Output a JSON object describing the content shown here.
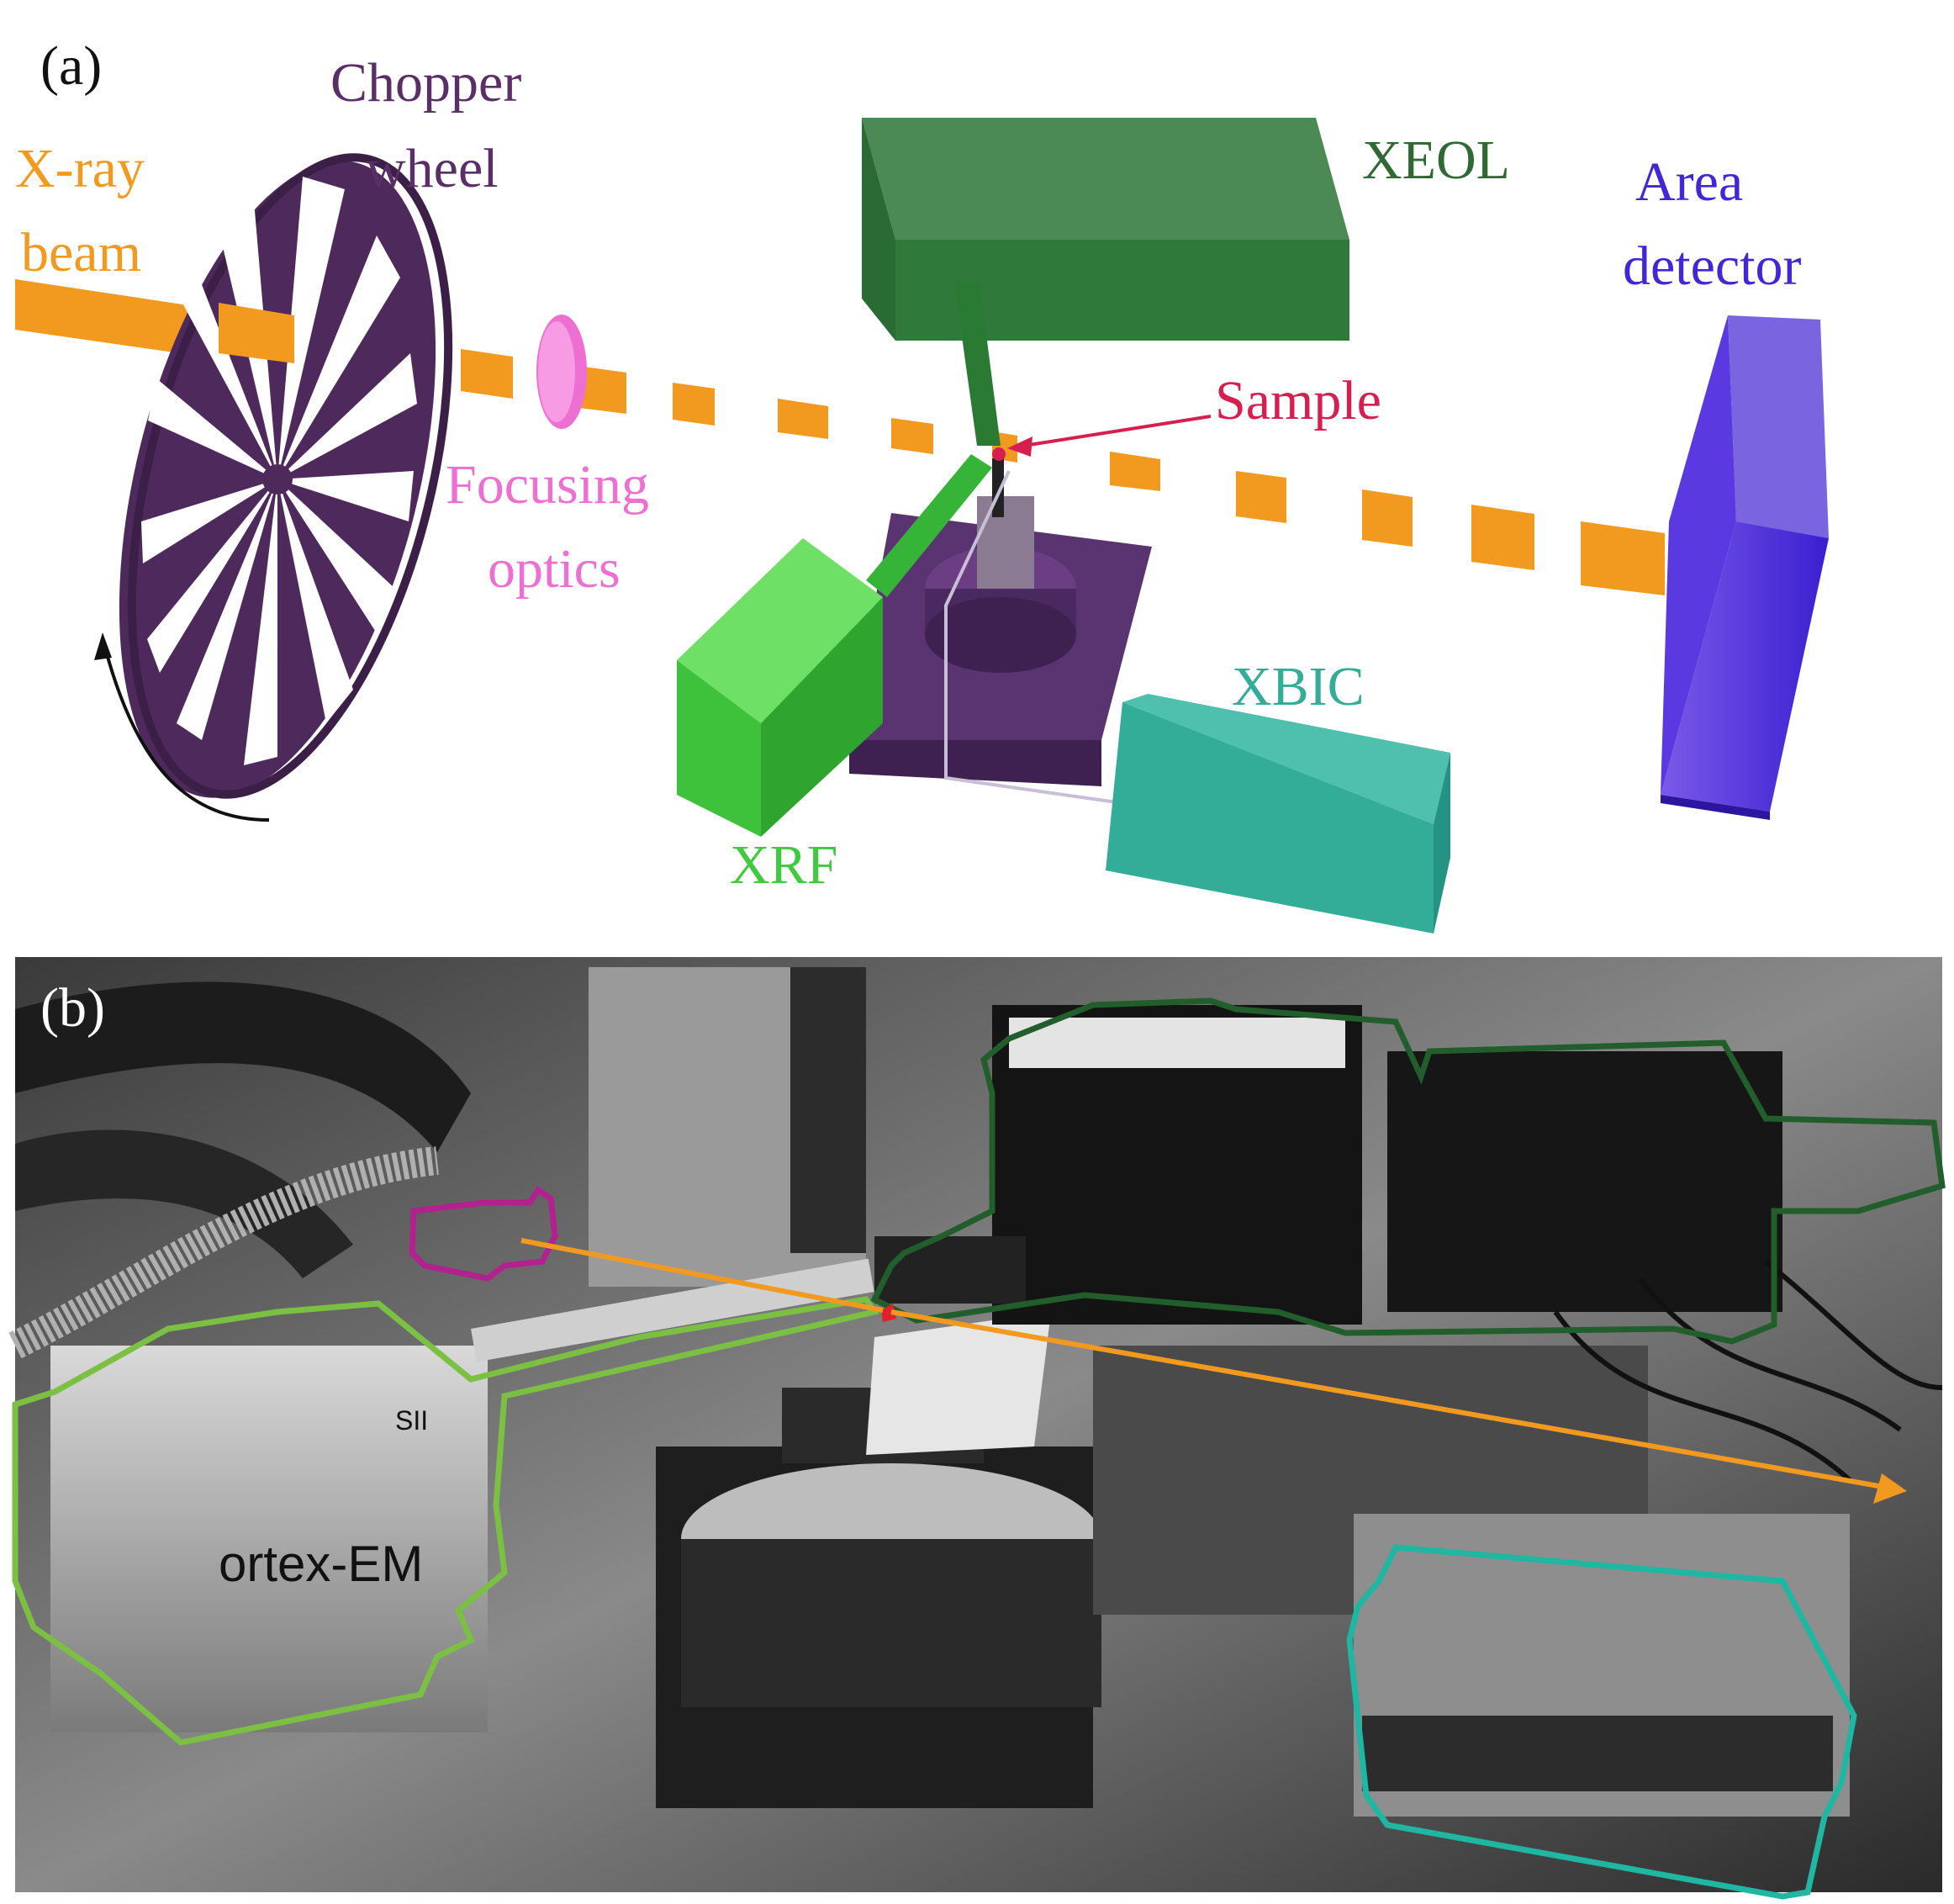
{
  "panel_a": {
    "label": "(a)",
    "xray_line1": "X-ray",
    "xray_line2": "beam",
    "chopper_line1": "Chopper",
    "chopper_line2": "wheel",
    "focusing_line1": "Focusing",
    "focusing_line2": "optics",
    "xeol": "XEOL",
    "sample": "Sample",
    "area_line1": "Area",
    "area_line2": "detector",
    "xbic": "XBIC",
    "xrf": "XRF"
  },
  "panel_b": {
    "label": "(b)",
    "detector_brand": "ortex-EM",
    "vendor_mark": "SII"
  },
  "colors": {
    "beam": "#f29a1f",
    "chopper": "#4e2a5c",
    "focusing": "#ee6fd2",
    "xeol": "#2f7a3a",
    "sample": "#d61f4f",
    "area_detector": "#4426d6",
    "xbic": "#33ad98",
    "xrf": "#41c93f",
    "stage": "#4f2a60"
  }
}
